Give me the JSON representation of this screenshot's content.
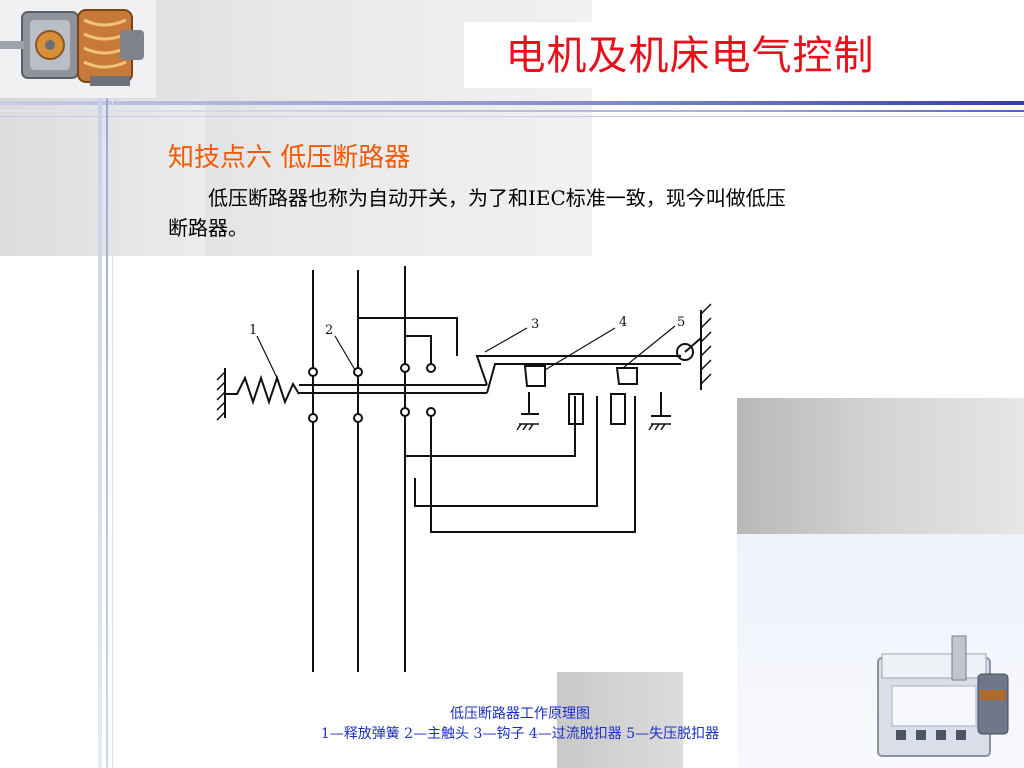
{
  "slide": {
    "title": "电机及机床电气控制",
    "heading": "知技点六  低压断路器",
    "paragraph_line1": "低压断路器也称为自动开关，为了和IEC标准一致，现今叫做低压",
    "paragraph_line2": "断路器。"
  },
  "figure": {
    "label_1": "1",
    "label_2": "2",
    "label_3": "3",
    "label_4": "4",
    "label_5": "5",
    "caption_title": "低压断路器工作原理图",
    "caption_legend": "1—释放弹簧  2—主触头  3—钩子  4—过流脱扣器 5—失压脱扣器"
  },
  "colors": {
    "title": "#e8101a",
    "heading": "#f15a00",
    "caption": "#1a2fc4",
    "accent_line": "#3f4fb8"
  }
}
